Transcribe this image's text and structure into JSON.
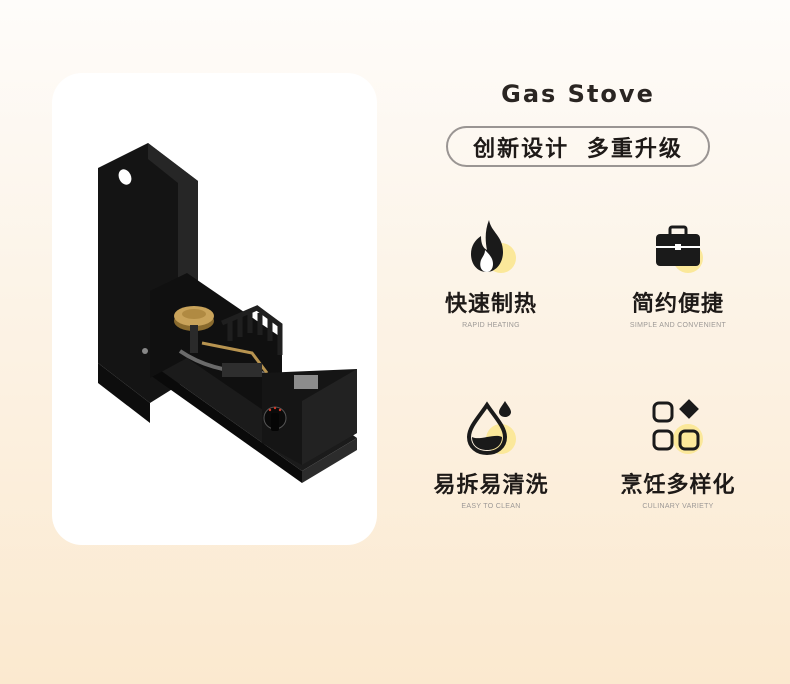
{
  "title": "Gas Stove",
  "tagline": "创新设计  多重升级",
  "features": [
    {
      "label": "快速制热",
      "sub": "RAPID HEATING",
      "icon": "flame-icon"
    },
    {
      "label": "简约便捷",
      "sub": "SIMPLE AND CONVENIENT",
      "icon": "briefcase-icon"
    },
    {
      "label": "易拆易清洗",
      "sub": "EASY TO CLEAN",
      "icon": "water-drop-icon"
    },
    {
      "label": "烹饪多样化",
      "sub": "CULINARY VARIETY",
      "icon": "shapes-grid-icon"
    }
  ],
  "colors": {
    "accent_circle": "#fbe89a",
    "icon": "#1a1a1a",
    "background_top": "#fefcfa",
    "background_bottom": "#fbe9cf"
  }
}
